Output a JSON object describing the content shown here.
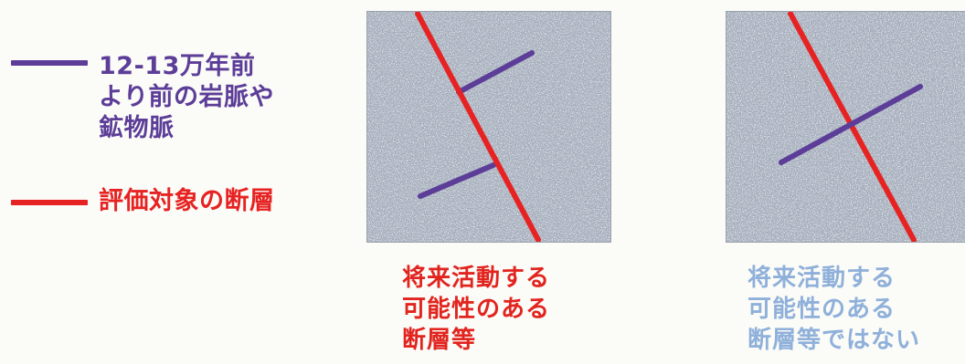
{
  "legend": {
    "older_veins": {
      "label": "12-13万年前\nより前の岩脈や\n鉱物脈",
      "color": "#5c3d98"
    },
    "fault": {
      "label": "評価対象の断層",
      "color": "#e62322"
    }
  },
  "panels": [
    {
      "caption": "将来活動する\n可能性のある\n断層等",
      "caption_color": "#e2241f"
    },
    {
      "caption": "将来活動する\n可能性のある\n断層等ではない",
      "caption_color": "#8fb0da"
    }
  ],
  "colors": {
    "rock_base": "#a4adbb",
    "panel_border": "#9aa2ad"
  }
}
